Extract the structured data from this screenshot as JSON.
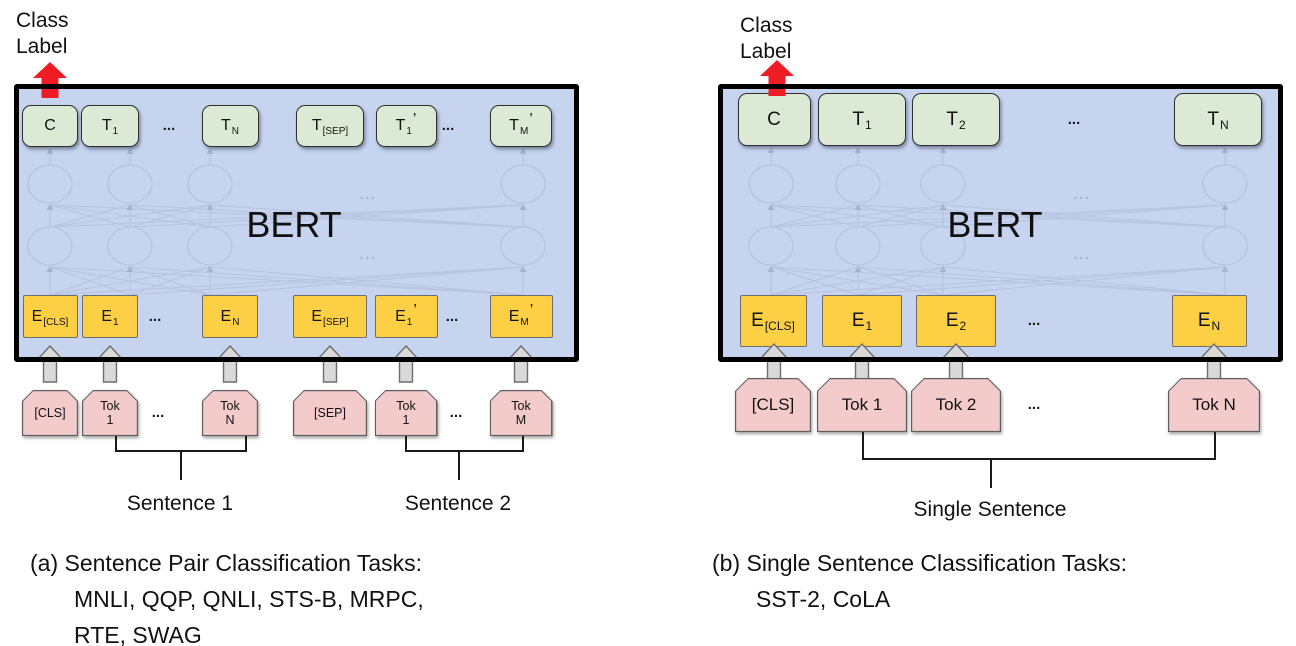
{
  "figure_title": "BERT fine-tuning classification tasks figure",
  "ui": {
    "network_ellipsis": "..."
  },
  "colors": {
    "box_fill": "#c6d4f0",
    "box_border": "#000000",
    "green": "#dcead5",
    "yellow": "#fccf45",
    "pink": "#f3cbca",
    "pink_border": "#5f5f5f",
    "red_arrow": "#ee1c24",
    "gray_arrow_fill": "#d9d9d9",
    "gray_arrow_stroke": "#6e6e6e",
    "network_line": "#b7c3de",
    "network_head": "#a5b3d2",
    "network_dots": "#a7b4d3"
  },
  "panels": [
    {
      "id": "a",
      "class_label_lines": [
        "Class",
        "Label"
      ],
      "bert_label": "BERT",
      "t_row": [
        {
          "m": "C"
        },
        {
          "m": "T",
          "s": "1"
        },
        {
          "dots": "..."
        },
        {
          "m": "T",
          "s": "N"
        },
        {
          "m": "T",
          "s": "[SEP]"
        },
        {
          "m": "T",
          "s": "1",
          "p": "’"
        },
        {
          "dots": "..."
        },
        {
          "m": "T",
          "s": "M",
          "p": "’"
        }
      ],
      "e_row": [
        {
          "m": "E",
          "s": "[CLS]"
        },
        {
          "m": "E",
          "s": "1"
        },
        {
          "dots": "..."
        },
        {
          "m": "E",
          "s": "N"
        },
        {
          "m": "E",
          "s": "[SEP]"
        },
        {
          "m": "E",
          "s": "1",
          "p": "’"
        },
        {
          "dots": "..."
        },
        {
          "m": "E",
          "s": "M",
          "p": "’"
        }
      ],
      "tok_row": [
        {
          "lines": [
            "[CLS]"
          ]
        },
        {
          "lines": [
            "Tok",
            "1"
          ]
        },
        {
          "dots": "..."
        },
        {
          "lines": [
            "Tok",
            "N"
          ]
        },
        {
          "lines": [
            "[SEP]"
          ]
        },
        {
          "lines": [
            "Tok",
            "1"
          ]
        },
        {
          "dots": "..."
        },
        {
          "lines": [
            "Tok",
            "M"
          ]
        }
      ],
      "sentence_labels": [
        "Sentence 1",
        "Sentence 2"
      ],
      "caption": [
        "(a) Sentence Pair Classification Tasks:",
        "MNLI, QQP, QNLI, STS-B, MRPC,",
        "RTE, SWAG"
      ]
    },
    {
      "id": "b",
      "class_label_lines": [
        "Class",
        "Label"
      ],
      "bert_label": "BERT",
      "t_row": [
        {
          "m": "C"
        },
        {
          "m": "T",
          "s": "1"
        },
        {
          "m": "T",
          "s": "2"
        },
        {
          "dots": "..."
        },
        {
          "m": "T",
          "s": "N"
        }
      ],
      "e_row": [
        {
          "m": "E",
          "s": "[CLS]"
        },
        {
          "m": "E",
          "s": "1"
        },
        {
          "m": "E",
          "s": "2"
        },
        {
          "dots": "..."
        },
        {
          "m": "E",
          "s": "N"
        }
      ],
      "tok_row": [
        {
          "lines": [
            "[CLS]"
          ]
        },
        {
          "lines": [
            "Tok 1"
          ]
        },
        {
          "lines": [
            "Tok 2"
          ]
        },
        {
          "dots": "..."
        },
        {
          "lines": [
            "Tok N"
          ]
        }
      ],
      "sentence_labels": [
        "Single Sentence"
      ],
      "caption": [
        "(b) Single Sentence Classification Tasks:",
        "SST-2, CoLA"
      ]
    }
  ]
}
